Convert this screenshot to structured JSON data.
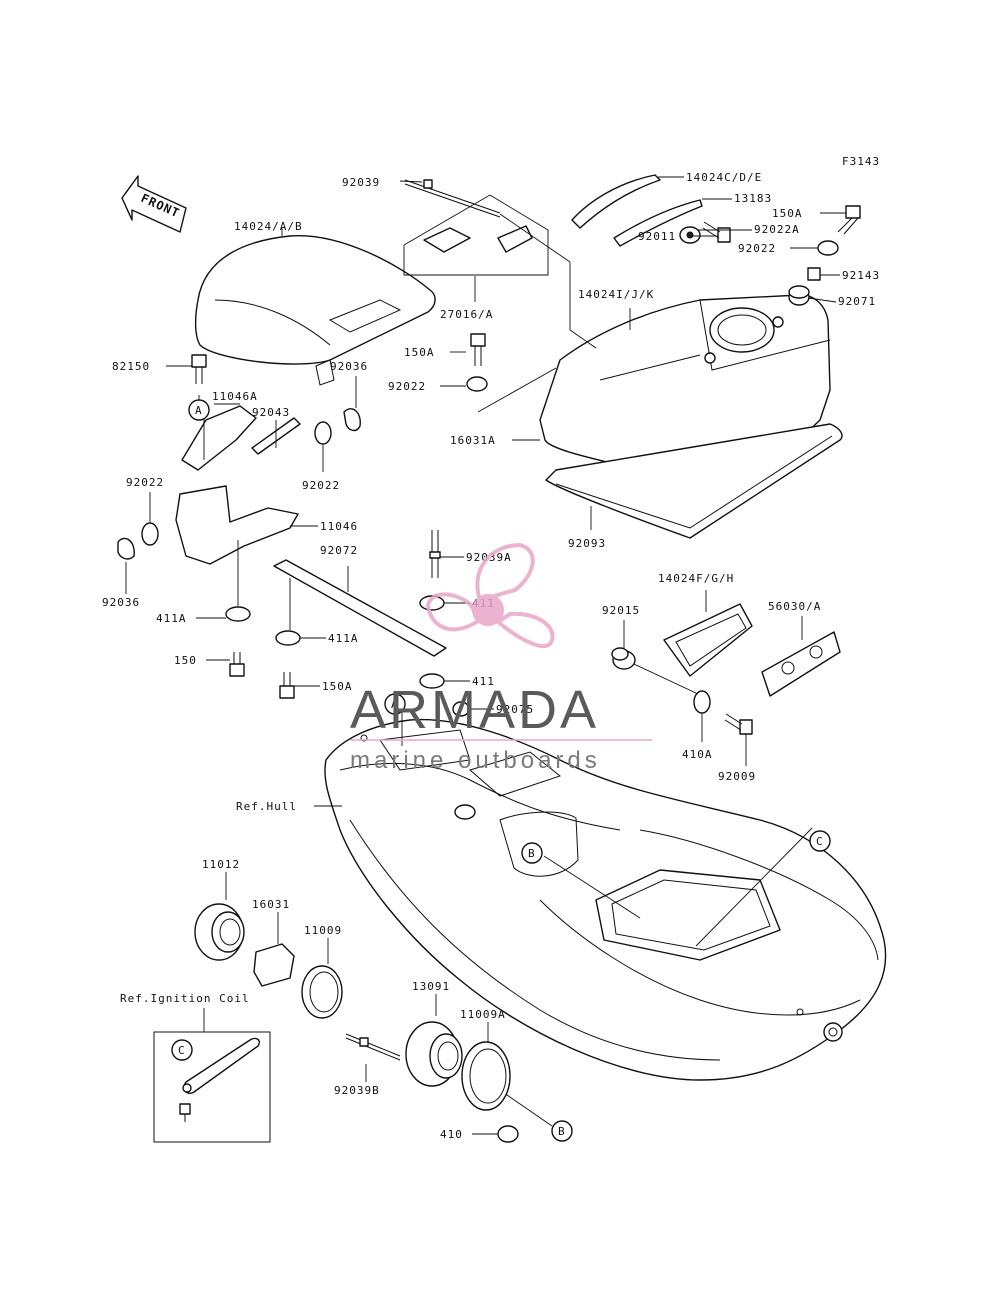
{
  "figure_code": "F3143",
  "front_label": "FRONT",
  "part_labels": {
    "p92039": "92039",
    "p14024CDE": "14024C/D/E",
    "p13183": "13183",
    "p92022A": "92022A",
    "p150A_a": "150A",
    "p92022_a": "92022",
    "p92011": "92011",
    "p92143": "92143",
    "p14024AB": "14024/A/B",
    "p27016A": "27016/A",
    "p14024IJK": "14024I/J/K",
    "p92071": "92071",
    "p150A_b": "150A",
    "p92022_b": "92022",
    "p82150": "82150",
    "p92036_a": "92036",
    "p11046A": "11046A",
    "p92043": "92043",
    "p16031A": "16031A",
    "p92022_c": "92022",
    "p92022_d": "92022",
    "p92093": "92093",
    "p11046": "11046",
    "p92072": "92072",
    "p92039A": "92039A",
    "p92036_b": "92036",
    "p411_a": "411",
    "p14024FGH": "14024F/G/H",
    "p92015": "92015",
    "p56030A": "56030/A",
    "p411A_a": "411A",
    "p411A_b": "411A",
    "p150": "150",
    "p150A_c": "150A",
    "p411_b": "411",
    "p92075": "92075",
    "p410A": "410A",
    "p92009": "92009",
    "p_ref_hull": "Ref.Hull",
    "p11012": "11012",
    "p16031": "16031",
    "p11009": "11009",
    "p_ref_ign": "Ref.Ignition Coil",
    "p13091": "13091",
    "p11009A": "11009A",
    "p92039B": "92039B",
    "p410": "410"
  },
  "callouts": {
    "A": "A",
    "B": "B",
    "C": "C"
  },
  "watermark": {
    "brand": "ARMADA",
    "tagline": "marine outboards",
    "color": "#e8a6c8"
  }
}
